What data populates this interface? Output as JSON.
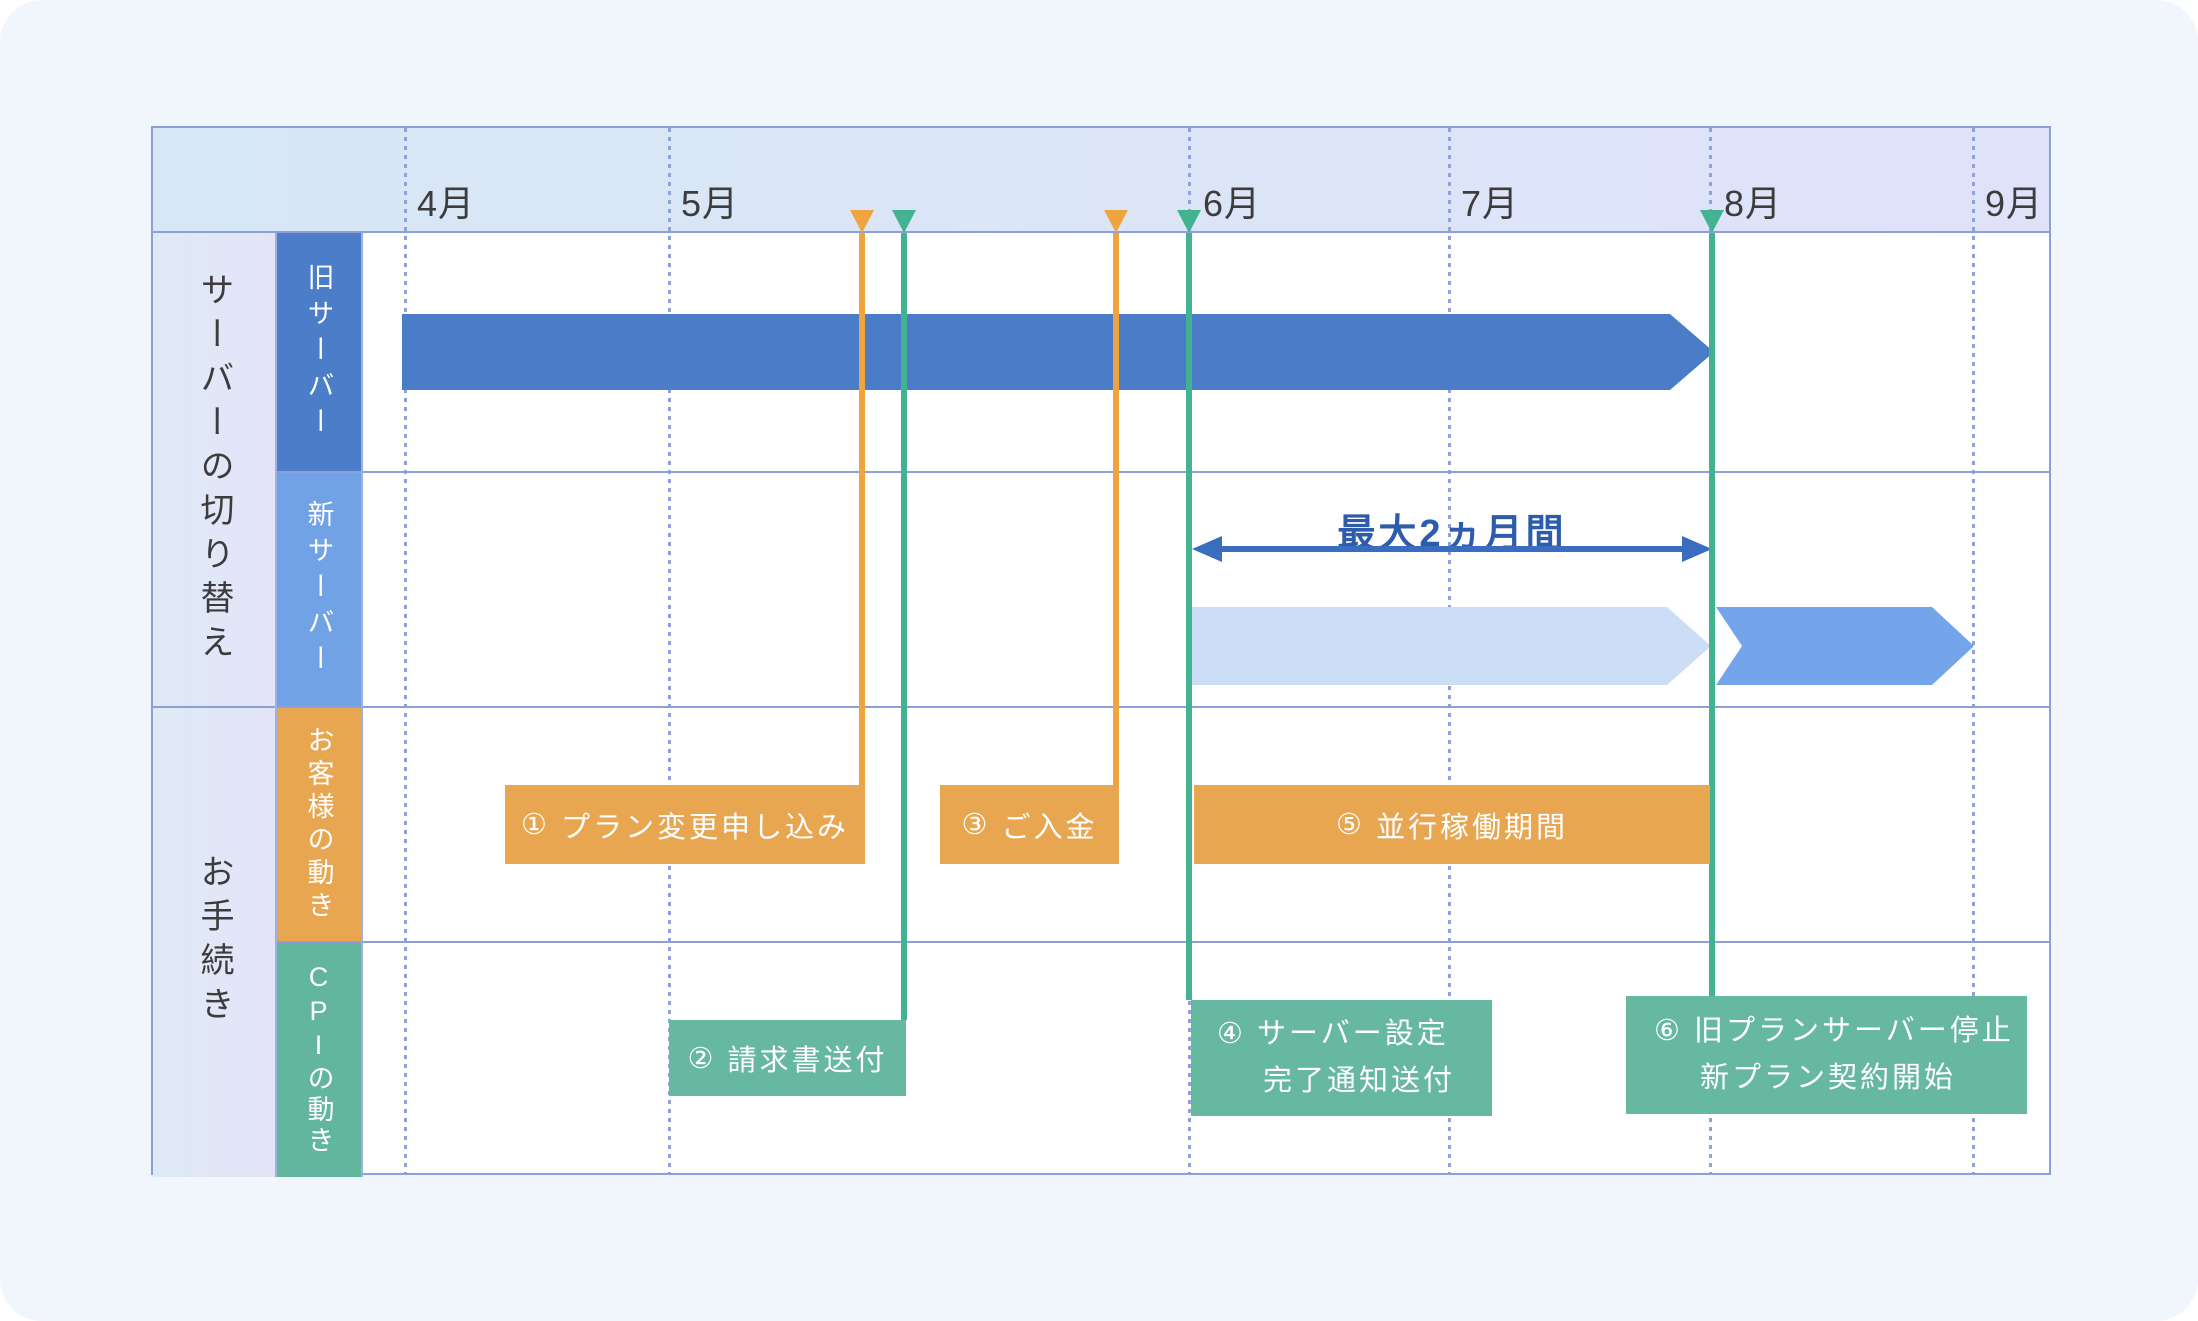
{
  "axis": {
    "months": [
      "4月",
      "5月",
      "6月",
      "7月",
      "8月",
      "9月"
    ]
  },
  "groups": {
    "g1": {
      "label": "サーバーの切り替え",
      "row1": "旧サーバー",
      "row2": "新サーバー"
    },
    "g2": {
      "label": "お手続き",
      "row1": "お客様の動き",
      "row2": "CPIの動き"
    }
  },
  "annotation": {
    "max_period": "最大2ヵ月間"
  },
  "events": {
    "e1": {
      "num": "①",
      "label": "プラン変更申し込み"
    },
    "e2": {
      "num": "②",
      "label": "請求書送付"
    },
    "e3": {
      "num": "③",
      "label": "ご入金"
    },
    "e4": {
      "num": "④",
      "line1": "サーバー設定",
      "line2": "完了通知送付"
    },
    "e5": {
      "num": "⑤",
      "label": "並行稼働期間"
    },
    "e6": {
      "num": "⑥",
      "line1": "旧プランサーバー停止",
      "line2": "新プラン契約開始"
    }
  },
  "colors": {
    "old_server_blue": "#4a7cc7",
    "new_server_blue": "#74a4ea",
    "new_server_pale_blue": "#ccddf6",
    "customer_orange": "#e9a651",
    "cpi_green": "#66b8a0",
    "connector_orange": "#efa43e",
    "connector_green": "#43b291",
    "annotation_blue": "#2c5cab",
    "grid_border": "#8ba0da"
  },
  "chart_data": {
    "type": "gantt-timeline",
    "months": [
      "4月",
      "5月",
      "6月",
      "7月",
      "8月",
      "9月"
    ],
    "bars": [
      {
        "row": "旧サーバー",
        "from": "4月",
        "to": "8月",
        "style": "solid-blue"
      },
      {
        "row": "新サーバー",
        "from": "6月",
        "to": "8月",
        "style": "pale-blue",
        "note": "並行稼働・最大2ヵ月間"
      },
      {
        "row": "新サーバー",
        "from": "8月",
        "to": "9月",
        "style": "solid-blue"
      },
      {
        "row": "お客様の動き",
        "from": "6月",
        "to": "8月",
        "label": "⑤ 並行稼働期間"
      }
    ],
    "milestones": [
      {
        "num": "①",
        "label": "プラン変更申し込み",
        "row": "お客様の動き",
        "month": "5月中旬"
      },
      {
        "num": "②",
        "label": "請求書送付",
        "row": "CPIの動き",
        "month": "5月中旬"
      },
      {
        "num": "③",
        "label": "ご入金",
        "row": "お客様の動き",
        "month": "5月下旬"
      },
      {
        "num": "④",
        "label": "サーバー設定完了通知送付",
        "row": "CPIの動き",
        "month": "6月"
      },
      {
        "num": "⑥",
        "label": "旧プランサーバー停止・新プラン契約開始",
        "row": "CPIの動き",
        "month": "8月"
      }
    ]
  }
}
